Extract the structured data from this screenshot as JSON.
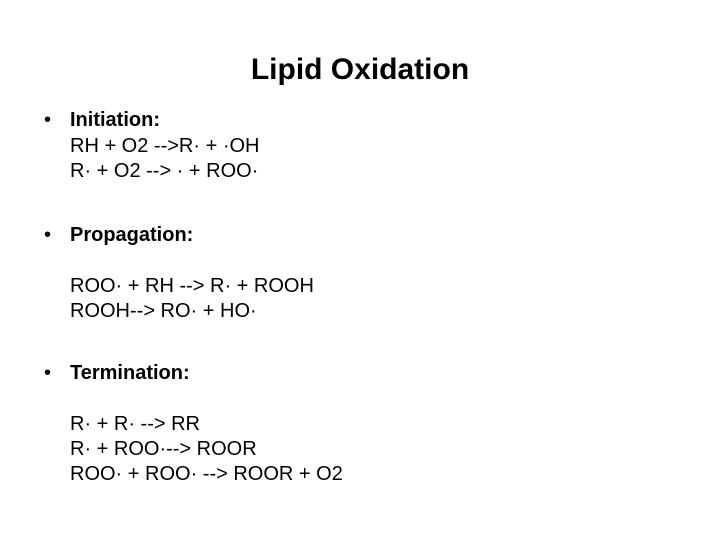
{
  "slide": {
    "title": "Lipid Oxidation",
    "bullet_glyph": "•",
    "sections": [
      {
        "heading": "Initiation:",
        "equations": [
          "RH + O2 -->R· + ·OH",
          "R· + O2 --> · + ROO·"
        ]
      },
      {
        "heading": "Propagation:",
        "equations": [
          "ROO· + RH --> R· + ROOH",
          "ROOH--> RO· + HO·"
        ]
      },
      {
        "heading": "Termination:",
        "equations": [
          "R· + R· --> RR",
          "R· + ROO·--> ROOR",
          "ROO· + ROO· --> ROOR + O2"
        ]
      }
    ]
  }
}
